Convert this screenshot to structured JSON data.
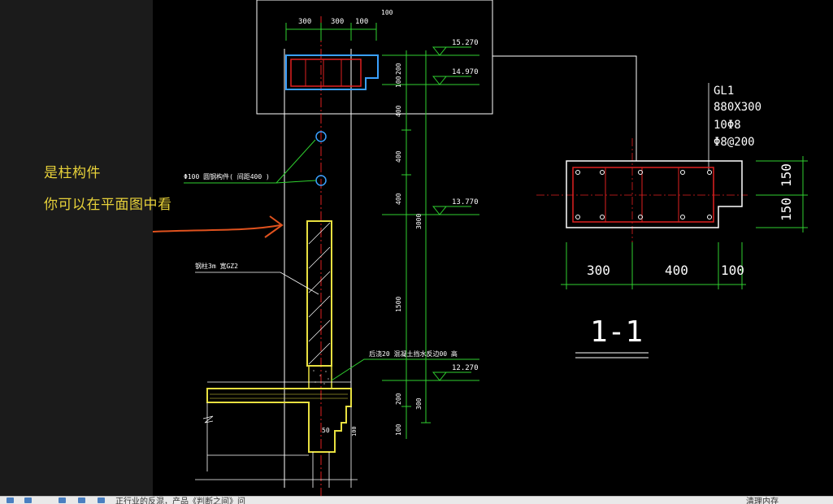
{
  "colors": {
    "background": "#000000",
    "sidebar": "#1b1b1b",
    "note_text": "#e8d23a",
    "arrow": "#e0521e",
    "dim_green": "#2fd12f",
    "rebar_red": "#e02020",
    "cad_white": "#ffffff",
    "cad_yellow": "#e8e040",
    "cad_blue": "#3aa0ff",
    "cad_cyan": "#6fd0ff"
  },
  "annotation": {
    "line1": "是柱构件",
    "line2": "你可以在平面图中看"
  },
  "drawing": {
    "top_dims": [
      "300",
      "300",
      "100"
    ],
    "top_mark": "100",
    "elevations": [
      "15.270",
      "14.970",
      "13.770",
      "12.270"
    ],
    "vertical_dims": [
      "200",
      "100",
      "400",
      "400",
      "400",
      "3000",
      "1500",
      "200",
      "300",
      "100"
    ],
    "label_hole": "Φ100 圆钢构件( 间距400 )",
    "label_column": "钢柱3m 宽GZ2",
    "label_fill": "后浇20 混凝土挡水反边00 高",
    "dim_small_50": "50",
    "dim_small_100": "100",
    "beam_name": "GL1",
    "beam_size": "880X300",
    "beam_main_rebar": "10Φ8",
    "beam_stirrup": "Φ8@200",
    "beam_dims": [
      "300",
      "400",
      "100"
    ],
    "beam_side_dims": [
      "150",
      "150"
    ],
    "section_title": "1-1"
  },
  "taskbar": {
    "status_text": "正行业的反混，产品《判断之间》问",
    "right_text": "清理内存"
  }
}
